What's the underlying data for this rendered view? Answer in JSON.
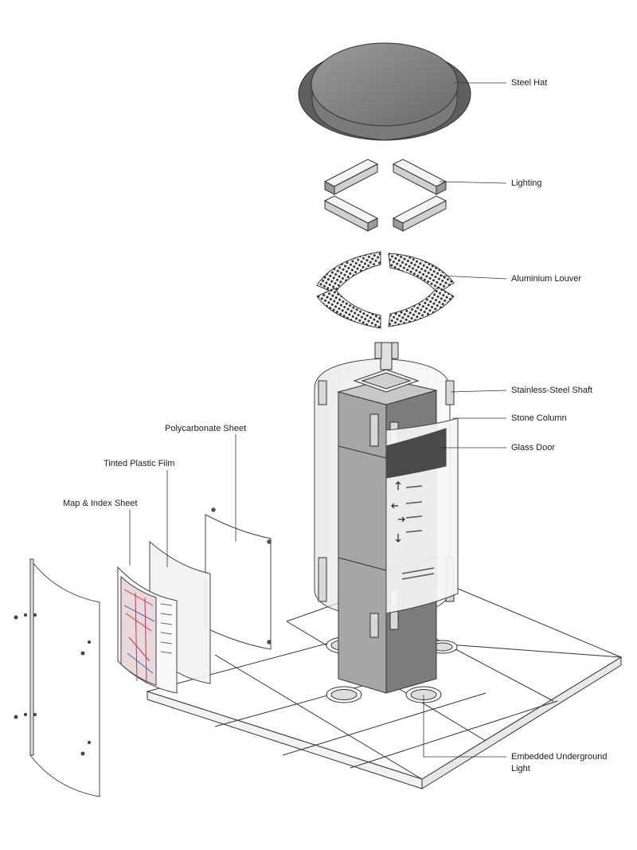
{
  "callouts": {
    "steel_hat": "Steel Hat",
    "lighting": "Lighting",
    "aluminium_louver": "Aluminium Louver",
    "stainless_shaft": "Stainless-Steel Shaft",
    "stone_column": "Stone Column",
    "glass_door": "Glass Door",
    "underground_light": "Embedded Underground Light",
    "polycarbonate_sheet": "Polycarbonate Sheet",
    "tinted_film": "Tinted Plastic Film",
    "map_index_sheet": "Map & Index Sheet"
  },
  "colors": {
    "line": "#333333",
    "steel_dark": "#6e6e6e",
    "steel_mid": "#8c8c8c",
    "stone_light": "#a8a8a8",
    "stone_dark": "#7a7a7a"
  }
}
